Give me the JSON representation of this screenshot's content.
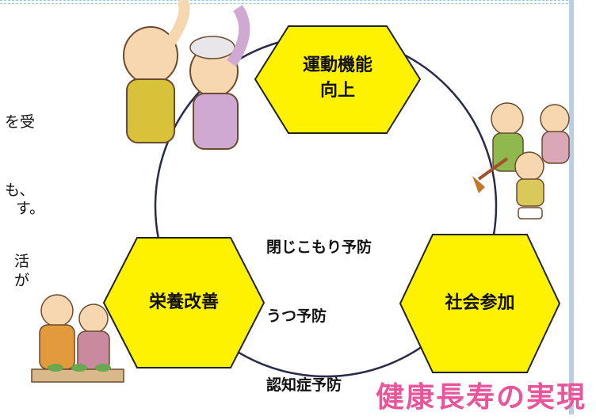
{
  "left_text_fragments": [
    "を受",
    "も、",
    "す。",
    "活",
    "が"
  ],
  "hexagons": [
    {
      "id": "exercise",
      "label": "運動機能\n向上"
    },
    {
      "id": "nutrition",
      "label": "栄養改善"
    },
    {
      "id": "social",
      "label": "社会参加"
    }
  ],
  "center_lines": [
    "閉じこもり予防",
    "うつ予防",
    "認知症予防"
  ],
  "slogan": "健康長寿の実現",
  "colors": {
    "hex_fill": "#fff200",
    "hex_stroke": "#222222",
    "circle_stroke": "#2a2a4a",
    "slogan": "#e8559a",
    "frame": "#b8cfe6"
  }
}
